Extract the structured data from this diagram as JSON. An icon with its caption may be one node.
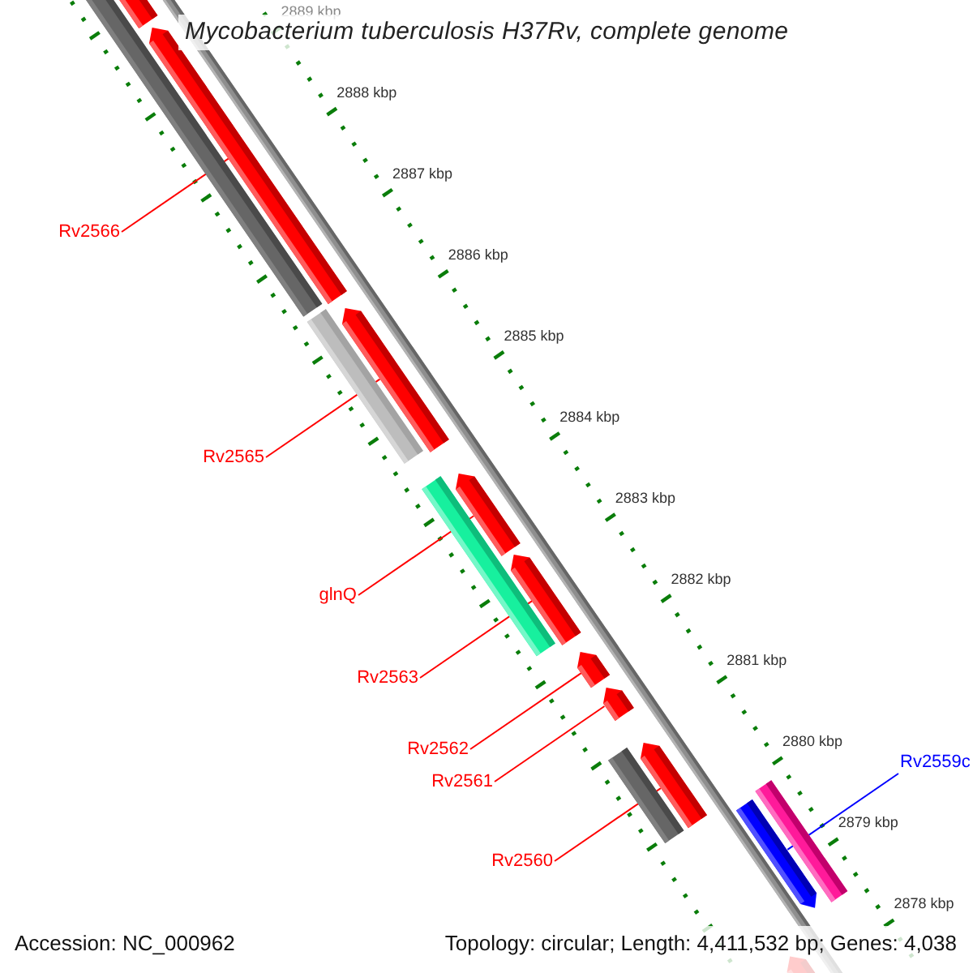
{
  "diagram": {
    "title": "Mycobacterium tuberculosis H37Rv, complete genome",
    "nodes": [
      {
        "text": [
          "Rv2566"
        ]
      },
      {
        "text": [
          "Rv2565"
        ]
      },
      {
        "text": [
          "glnQ"
        ]
      },
      {
        "text": [
          "Rv2563"
        ]
      },
      {
        "text": [
          "Rv2562"
        ]
      },
      {
        "text": [
          "Rv2561"
        ]
      },
      {
        "text": [
          "Rv2560"
        ]
      },
      {
        "text": [
          "Rv2559c"
        ]
      },
      {
        "text": [],
        "shape": "bar"
      },
      {
        "text": [],
        "shape": "bar"
      },
      {
        "text": [],
        "shape": "bar"
      },
      {
        "text": [],
        "shape": "bar"
      },
      {
        "text": [],
        "shape": "bar"
      },
      {
        "text": [],
        "shape": "bar"
      },
      {
        "text": [],
        "shape": "bar"
      },
      {
        "text": [],
        "shape": "bar"
      }
    ],
    "edges": [
      {
        "from": 0,
        "to": 8,
        "arrow": "none"
      },
      {
        "from": 1,
        "to": 9,
        "arrow": "none"
      },
      {
        "from": 2,
        "to": 10,
        "arrow": "none"
      },
      {
        "from": 3,
        "to": 11,
        "arrow": "none"
      },
      {
        "from": 4,
        "to": 12,
        "arrow": "none"
      },
      {
        "from": 5,
        "to": 13,
        "arrow": "none"
      },
      {
        "from": 6,
        "to": 14,
        "arrow": "none"
      },
      {
        "from": 7,
        "to": 15,
        "arrow": "none",
        "color": "#0000ff"
      }
    ],
    "labels": [
      "2889 kbp",
      "2888 kbp",
      "2887 kbp",
      "2886 kbp",
      "2885 kbp",
      "2884 kbp",
      "2883 kbp",
      "2882 kbp",
      "2881 kbp",
      "2880 kbp",
      "2879 kbp",
      "2878 kbp",
      "Accession: NC_000962",
      "Topology: circular; Length: 4,411,532 bp; Genes: 4,038"
    ]
  }
}
